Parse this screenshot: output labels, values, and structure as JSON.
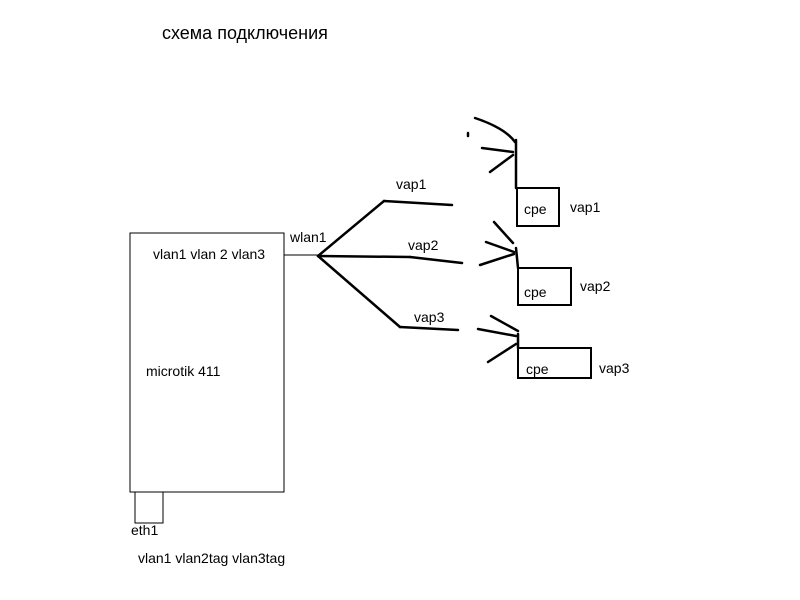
{
  "title": "схема подключения",
  "router": {
    "name": "microtik 411",
    "vlans": "vlan1 vlan 2 vlan3",
    "wireless_port": "wlan1",
    "ethernet_port": "eth1",
    "ethernet_vlans": "vlan1 vlan2tag vlan3tag"
  },
  "links": [
    {
      "vap": "vap1",
      "device": "cpe",
      "device_vap": "vap1"
    },
    {
      "vap": "vap2",
      "device": "cpe",
      "device_vap": "vap2"
    },
    {
      "vap": "vap3",
      "device": "cpe",
      "device_vap": "vap3"
    }
  ]
}
